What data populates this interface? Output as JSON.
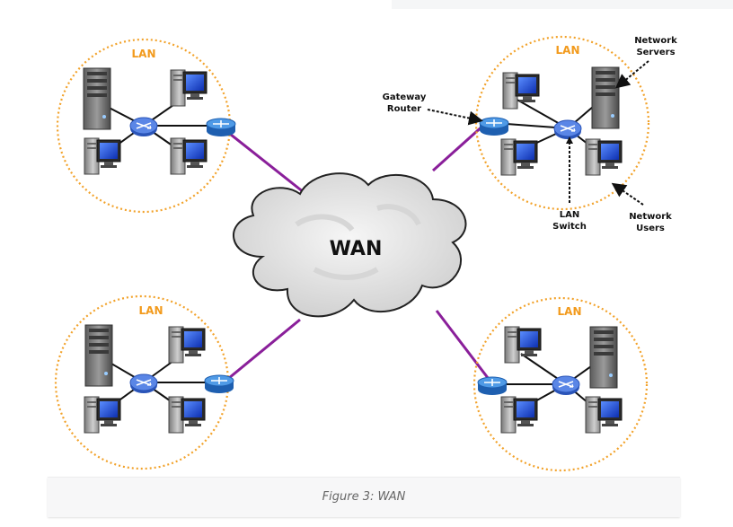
{
  "diagram": {
    "center_label": "WAN",
    "lan_label": "LAN",
    "annotations": {
      "network_servers": [
        "Network",
        "Servers"
      ],
      "gateway_router": [
        "Gateway",
        "Router"
      ],
      "lan_switch": [
        "LAN",
        "Switch"
      ],
      "network_users": [
        "Network",
        "Users"
      ]
    },
    "colors": {
      "lan_circle": "#f2a22a",
      "wan_link": "#8a1f9a",
      "lan_link": "#111111",
      "cloud_fill": "#e9e9e9",
      "router": "#2f7fd1",
      "switch": "#4f7fe0"
    }
  },
  "caption": "Figure 3: WAN"
}
